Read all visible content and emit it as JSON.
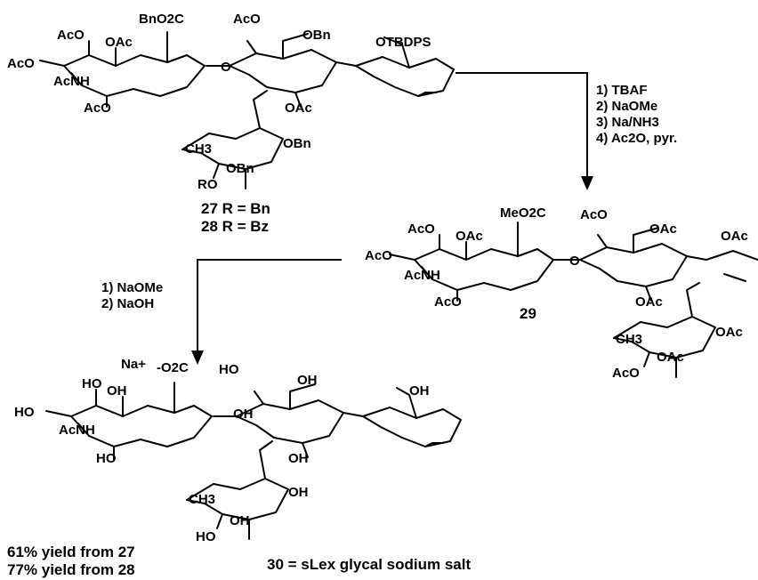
{
  "compound_top": {
    "groups": [
      "BnO2C",
      "AcO",
      "OBn",
      "OTBDPS",
      "AcO",
      "OAc",
      "AcO",
      "AcNH",
      "AcO",
      "O",
      "OAc",
      "CH3",
      "OBn",
      "RO",
      "OBn"
    ],
    "labels": [
      "27 R = Bn",
      "28 R = Bz"
    ]
  },
  "step1": {
    "reagents": [
      "1) TBAF",
      "2) NaOMe",
      "3) Na/NH3",
      "4) Ac2O, pyr."
    ]
  },
  "compound_mid": {
    "groups": [
      "MeO2C",
      "AcO",
      "OAc",
      "OAc",
      "AcO",
      "OAc",
      "AcNH",
      "AcO",
      "O",
      "OAc",
      "CH3",
      "OAc",
      "AcO",
      "OAc"
    ],
    "label": "29"
  },
  "step2": {
    "reagents": [
      "1) NaOMe",
      "2) NaOH"
    ]
  },
  "compound_bottom": {
    "groups": [
      "Na+",
      "-O2C",
      "HO",
      "OH",
      "OH",
      "HO",
      "OH",
      "AcNH",
      "HO",
      "OH",
      "OH",
      "CH3",
      "OH",
      "HO",
      "OH"
    ],
    "label": "30 = sLex glycal sodium salt"
  },
  "yields": [
    "61% yield from 27",
    "77% yield from 28"
  ]
}
